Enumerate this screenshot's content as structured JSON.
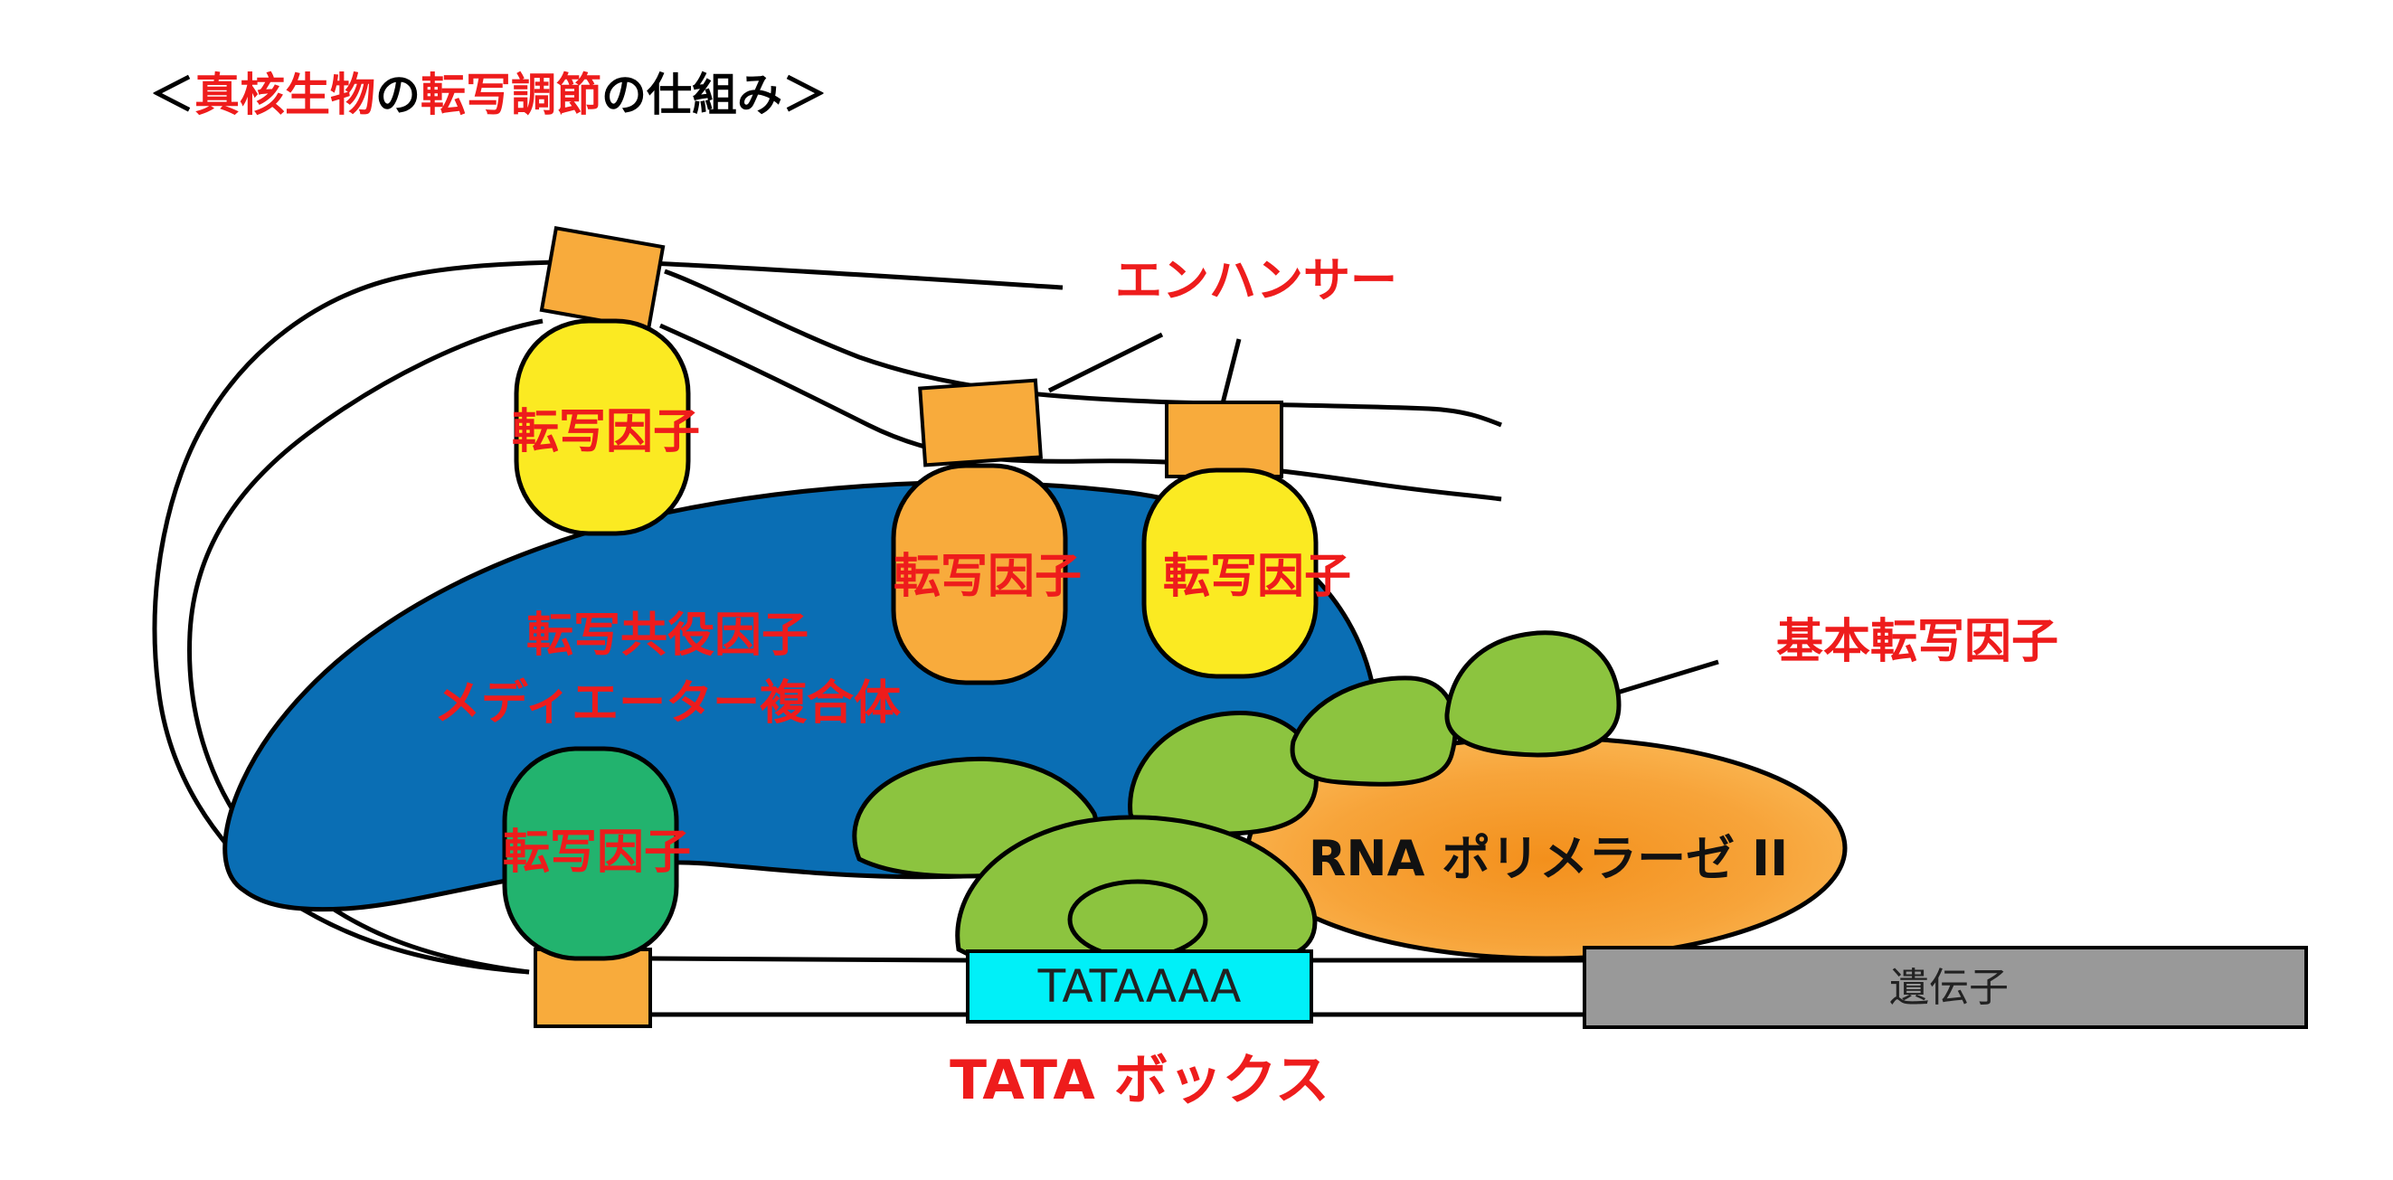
{
  "title": {
    "open": "＜",
    "part1": "真核生物",
    "part2": "の",
    "part3": "転写調節",
    "part4": "の仕組み＞"
  },
  "labels": {
    "enhancer": "エンハンサー",
    "tf_top": "転写因子",
    "tf_mid": "転写因子",
    "tf_right": "転写因子",
    "tf_green": "転写因子",
    "mediator_line1": "転写共役因子",
    "mediator_line2": "メディエーター複合体",
    "gtf": "基本転写因子",
    "rna_pol": "RNA ポリメラーゼ II",
    "tata_seq": "TATAAAA",
    "tata_box": "TATA ボックス",
    "gene": "遺伝子"
  },
  "colors": {
    "title_red": "#ee1c1c",
    "label_red": "#ee1c1c",
    "mediator_blue": "#0a6eb4",
    "tf_yellow": "#fbea22",
    "tf_orange": "#f8ab3c",
    "tf_green": "#22b36e",
    "enhancer_orange": "#f8ab3c",
    "gtf_green": "#8cc43f",
    "polymerase_orange": "#f59b2a",
    "tata_cyan": "#00f0f8",
    "gene_gray": "#999999"
  }
}
